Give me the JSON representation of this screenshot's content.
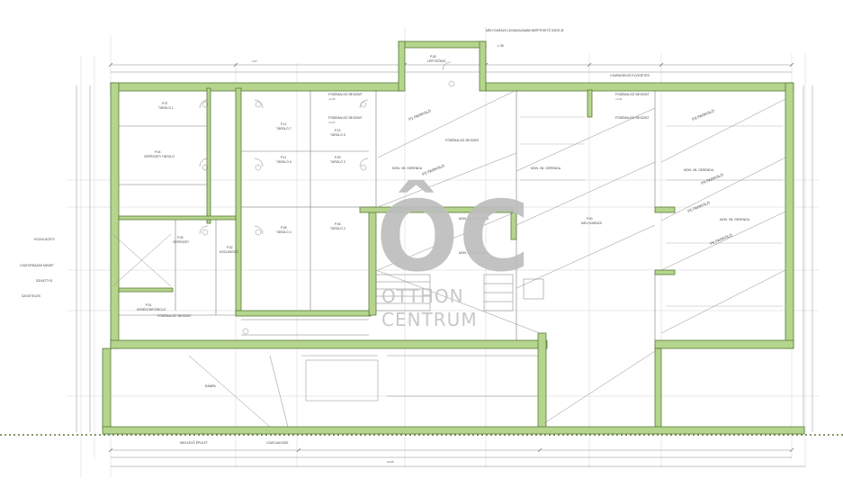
{
  "rooms": {
    "stair_top": {
      "title": "P.05",
      "name": "LÉPCSŐHÁZ"
    },
    "tarolo1": {
      "title": "P.07",
      "name": "TÁROLÓ 1"
    },
    "gepeszeti": {
      "title": "P.04",
      "name": "GÉPÉSZETI TÁROLÓ"
    },
    "tarolo7": {
      "title": "P.12",
      "name": "TÁROLÓ 7"
    },
    "tarolo6": {
      "title": "P.11",
      "name": "TÁROLÓ 6"
    },
    "tarolo5": {
      "title": "P.10",
      "name": "TÁROLÓ 5"
    },
    "tarolo3": {
      "title": "P.09",
      "name": "TÁROLÓ 3"
    },
    "tarolo4": {
      "title": "P.08",
      "name": "TÁROLÓ 4"
    },
    "tarolo2": {
      "title": "P.06",
      "name": "TÁROLÓ 2"
    },
    "gepeszet": {
      "title": "P.03",
      "name": "GÉPÉSZET"
    },
    "kozlekedo": {
      "title": "P.02",
      "name": "KÖZLEKEDŐ"
    },
    "garage_left": {
      "title": "P.01",
      "name": "KERÉKPÁRTÁROLÓ"
    },
    "garage_main": {
      "title": "P.00",
      "name": "MÉLYGARÁZS"
    }
  },
  "annotations": {
    "top_note": "MÉLYGARÁZS LEGMAGASABB BEÉPÍTHETŐ SZINTJE",
    "top_note2": "L.08",
    "parking1": "P1 PARKOLÓ",
    "parking2": "P2 PARKOLÓ",
    "parking3": "P3 PARKOLÓ",
    "parking4": "P4 PARKOLÓ",
    "parking5": "P5 PARKOLÓ",
    "parking6": "P6 PARKOLÓ",
    "dim_main": "16.85",
    "dim_top": "3.47",
    "left_label1": "KÖZVILÁGÍTÓ",
    "left_label2": "CSATORNÁZÁS MENET",
    "left_label3": "SZIVATTYÚ",
    "left_label4": "SZIGETELÉS",
    "right_note": "CSAPADÉKVÍZ ELVEZETÉS",
    "ramp_label": "RÁMPA",
    "bottom_note1": "MEGLÉVŐ ÉPÜLET",
    "bottom_note2": "CSATLAKOZÁS",
    "beam1": "MON. VB. GERENDA",
    "beam2": "MON. VB. GERENDA",
    "beam3": "MON. VB. GERENDA",
    "beam4": "MON. VB. GERENDA",
    "beam5": "MON. VB. GERENDA",
    "beam6": "MON. VB. GERENDA",
    "ceiling1": "FÖDÉMALSÓ SÍKSZINT",
    "ceiling2": "FÖDÉMALSÓ SÍKSZINT",
    "ceiling3": "FÖDÉMALSÓ SÍKSZINT",
    "ceiling4": "FÖDÉMALSÓ SÍKSZINT",
    "ceiling5": "FÖDÉMALSÓ SÍKSZINT",
    "ceiling6": "FÖDÉMALSÓ SÍKSZINT",
    "level1": "+0.46",
    "level2": "+0.37",
    "level3": "+0.41"
  },
  "watermark": {
    "letters": "ÔC",
    "line1": "OTTHON",
    "line2": "CENTRUM"
  },
  "colors": {
    "wall_fill": "#b5d58c",
    "wall_stroke": "#5a7a3a",
    "line": "#6a6a6a",
    "thin_line": "#9a9a9a",
    "watermark": "#bdbdbd",
    "background": "#ffffff"
  }
}
